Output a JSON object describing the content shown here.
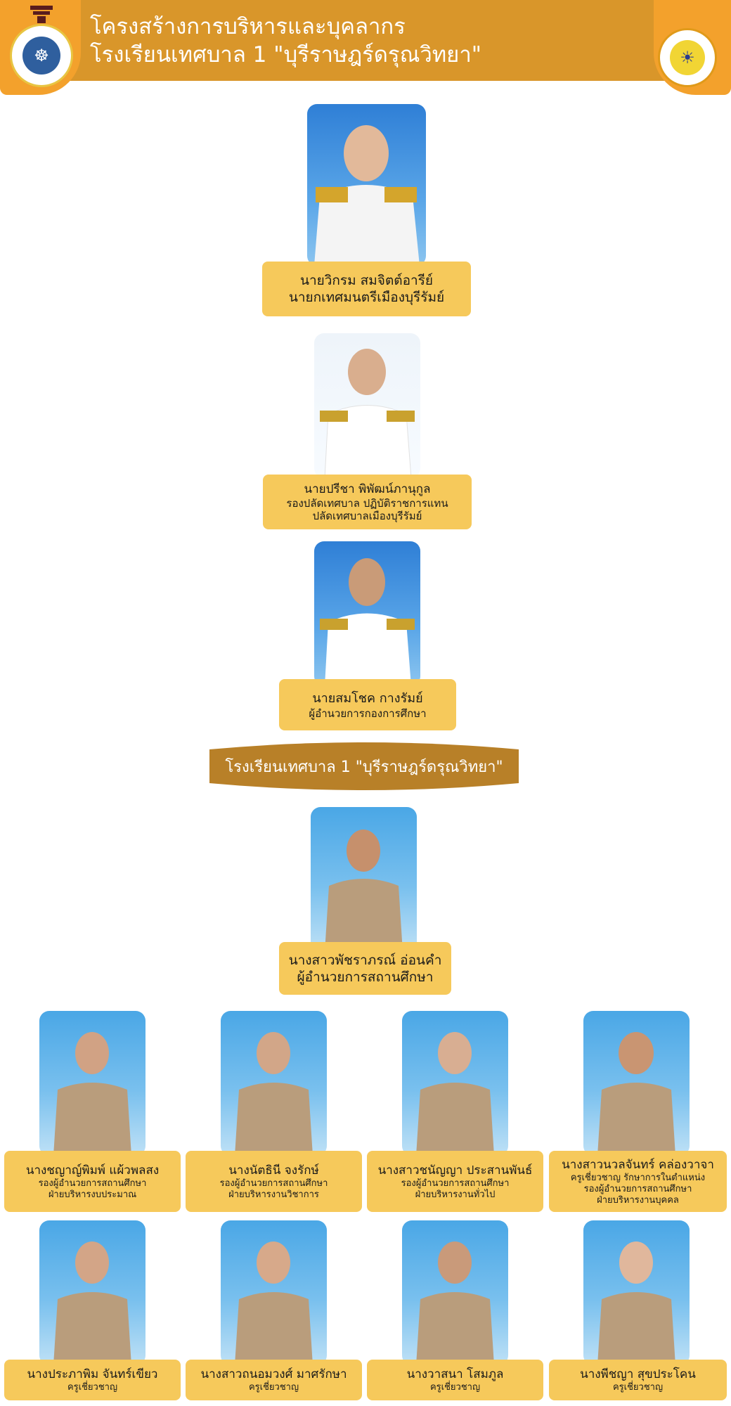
{
  "header": {
    "title_line1": "โครงสร้างการบริหารและบุคลากร",
    "title_line2": "โรงเรียนเทศบาล 1 \"บุรีราษฎร์ดรุณวิทยา\"",
    "logo_left_icon": "municipality-seal-icon",
    "logo_right_icon": "school-seal-icon",
    "colors": {
      "bar": "#d9962a",
      "corner": "#f3a12c",
      "label": "#f6c95b",
      "banner": "#b88028"
    }
  },
  "executives": [
    {
      "name": "นายวิกรม สมจิตต์อารีย์",
      "role1": "นายกเทศมนตรีเมืองบุรีรัมย์",
      "role2": "",
      "role3": ""
    },
    {
      "name": "นายปรีชา พิพัฒน์ภานุกูล",
      "role1": "รองปลัดเทศบาล ปฏิบัติราชการแทน",
      "role2": "ปลัดเทศบาลเมืองบุรีรัมย์",
      "role3": ""
    },
    {
      "name": "นายสมโชค กางรัมย์",
      "role1": "ผู้อำนวยการกองการศึกษา",
      "role2": "",
      "role3": ""
    }
  ],
  "school_banner": "โรงเรียนเทศบาล 1 \"บุรีราษฎร์ดรุณวิทยา\"",
  "director": {
    "name": "นางสาวพัชราภรณ์ อ่อนคำ",
    "role1": "ผู้อำนวยการสถานศึกษา"
  },
  "deputies": [
    {
      "name": "นางชญาญ์พิมพ์ แผ้วพลสง",
      "role1": "รองผู้อำนวยการสถานศึกษา",
      "role2": "ฝ่ายบริหารงบประมาณ",
      "role3": ""
    },
    {
      "name": "นางนัตธินี จงรักษ์",
      "role1": "รองผู้อำนวยการสถานศึกษา",
      "role2": "ฝ่ายบริหารงานวิชาการ",
      "role3": ""
    },
    {
      "name": "นางสาวชนัญญา ประสานพันธ์",
      "role1": "รองผู้อำนวยการสถานศึกษา",
      "role2": "ฝ่ายบริหารงานทั่วไป",
      "role3": ""
    },
    {
      "name": "นางสาวนวลจันทร์ คล่องวาจา",
      "role1": "ครูเชี่ยวชาญ รักษาการในตำแหน่ง",
      "role2": "รองผู้อำนวยการสถานศึกษา",
      "role3": "ฝ่ายบริหารงานบุคคล"
    }
  ],
  "teachers": [
    {
      "name": "นางประภาพิม จันทร์เขียว",
      "role1": "ครูเชี่ยวชาญ"
    },
    {
      "name": "นางสาวถนอมวงศ์ มาศรักษา",
      "role1": "ครูเชี่ยวชาญ"
    },
    {
      "name": "นางวาสนา โสมภูล",
      "role1": "ครูเชี่ยวชาญ"
    },
    {
      "name": "นางพีชญา สุขประโคน",
      "role1": "ครูเชี่ยวชาญ"
    }
  ]
}
